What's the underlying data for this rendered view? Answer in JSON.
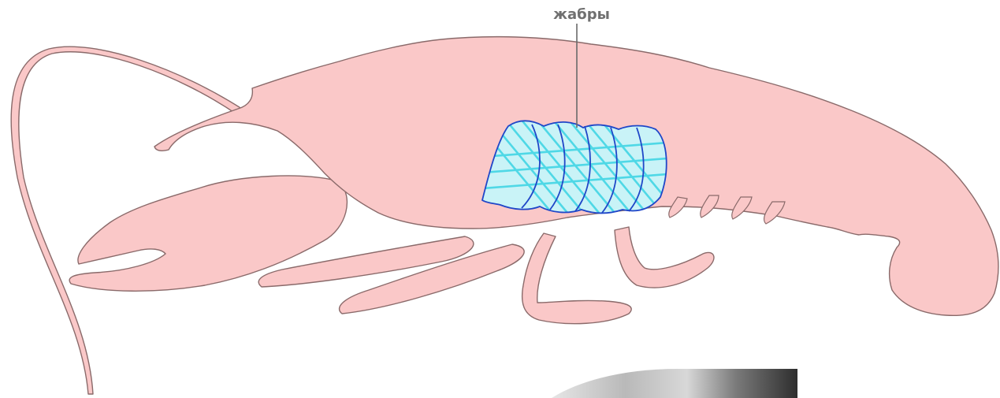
{
  "diagram": {
    "annotation_label": "жабры",
    "colors": {
      "body_fill": "#fac8c8",
      "outline": "#8a6a6a",
      "gill_fill": "#c9f3f7",
      "gill_lines": "#4fd8e6",
      "gill_outline": "#1f46c8",
      "label_text": "#707070",
      "leader_line": "#6a6a6a"
    },
    "icons": [
      "crayfish-silhouette",
      "gills-hatched",
      "photo-fragment"
    ]
  }
}
